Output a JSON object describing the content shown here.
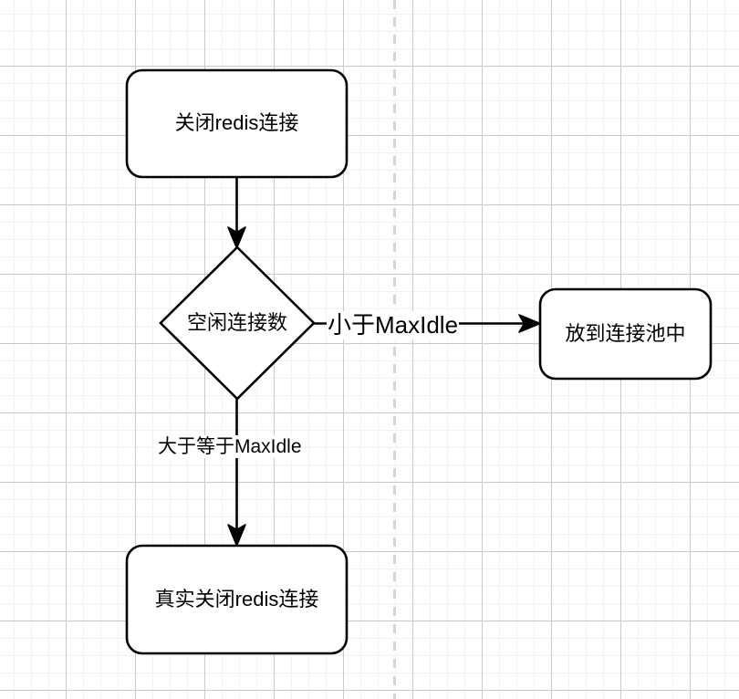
{
  "diagram": {
    "title": "redis connection close flowchart",
    "background": {
      "grid_minor_color": "#f2f2f2",
      "grid_major_color": "#c9c9c9",
      "page_break_color": "#d5d5d5"
    },
    "stroke_color": "#000000",
    "fill_color": "#ffffff",
    "nodes": [
      {
        "id": "close-redis",
        "shape": "rounded-rectangle",
        "label": "关闭redis连接"
      },
      {
        "id": "decision-idle-count",
        "shape": "diamond",
        "label": "空闲连接数"
      },
      {
        "id": "put-into-pool",
        "shape": "rounded-rectangle",
        "label": "放到连接池中"
      },
      {
        "id": "real-close-redis",
        "shape": "rounded-rectangle",
        "label": "真实关闭redis连接"
      }
    ],
    "edges": [
      {
        "id": "edge-close-to-decision",
        "from": "close-redis",
        "to": "decision-idle-count",
        "label": "",
        "direction": "down"
      },
      {
        "id": "edge-decision-to-pool",
        "from": "decision-idle-count",
        "to": "put-into-pool",
        "label": "小于MaxIdle",
        "direction": "right"
      },
      {
        "id": "edge-decision-to-real-close",
        "from": "decision-idle-count",
        "to": "real-close-redis",
        "label": "大于等于MaxIdle",
        "direction": "down"
      }
    ]
  }
}
